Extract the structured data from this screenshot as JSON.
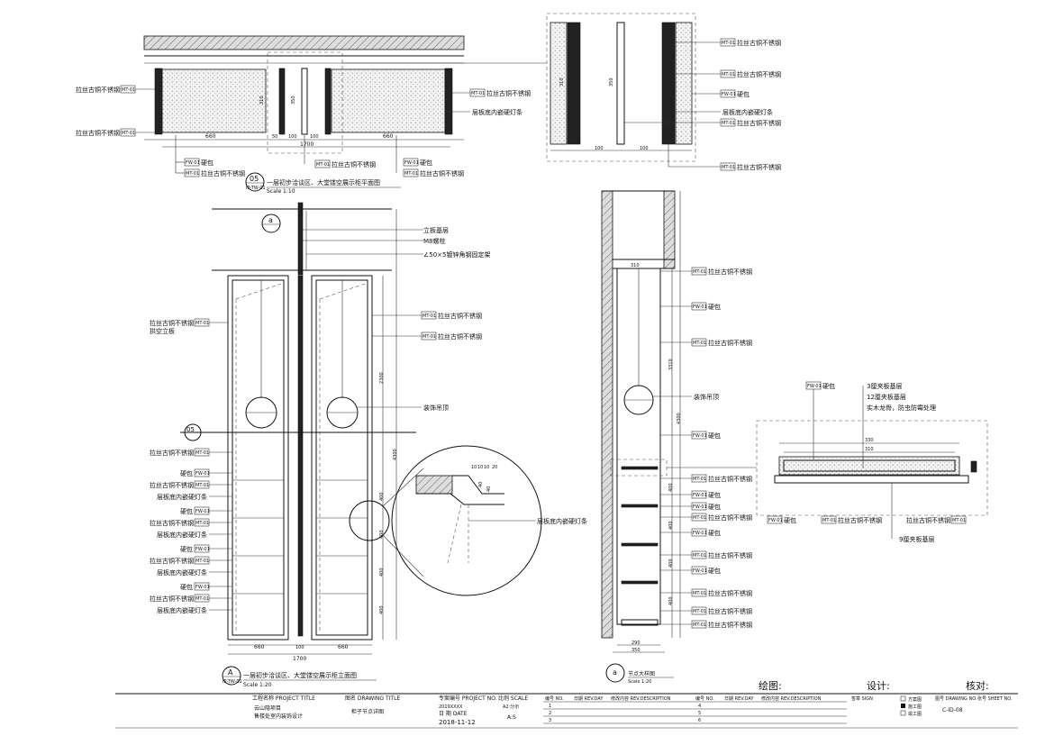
{
  "plan": {
    "title": "一层初步洽谈区、大堂镂空展示柜平面图",
    "number": "05",
    "sheet": "IP-TW-01",
    "scale": "Scale 1:10",
    "leaders": {
      "left_a": "拉丝古铜不锈钢",
      "left_b": "拉丝古铜不锈钢",
      "right_a": "拉丝古铜不锈钢",
      "right_b": "层板底内嵌硬灯条",
      "bottom_a": "硬包",
      "bottom_b": "拉丝古铜不锈钢",
      "center_a": "拉丝古铜不锈钢",
      "right_c": "硬包",
      "right_d": "拉丝古铜不锈钢"
    },
    "codes": {
      "mt": "MT-01",
      "fw": "FW-01"
    },
    "dims": {
      "d660a": "660",
      "d660b": "660",
      "d100a": "100",
      "d100b": "100",
      "d50": "50",
      "d1700": "1700",
      "h310": "310",
      "h350": "350"
    }
  },
  "plan_detail": {
    "leaders": [
      "拉丝古铜不锈钢",
      "拉丝古铜不锈钢",
      "硬包",
      "层板底内嵌硬灯条",
      "拉丝古铜不锈钢",
      "拉丝古铜不锈钢"
    ],
    "dims": {
      "d100": "100",
      "d100b": "100",
      "h350": "350",
      "h310": "310"
    }
  },
  "elevation": {
    "title": "一层初步洽谈区、大堂镂空展示柜立面图",
    "number": "A",
    "sheet": "IP-TW-01",
    "scale": "Scale 1:20",
    "section_mark": "a",
    "section_ref": "05",
    "top_notes": [
      "立板基层",
      "M8螺栓",
      "∠50×5镀锌角钢固定架"
    ],
    "right_notes": [
      "拉丝古铜不锈钢",
      "拉丝古铜不锈钢",
      "装饰吊顶"
    ],
    "left_notes": [
      "拉丝古铜不锈钢",
      "拉丝古铜不锈钢",
      "硬包",
      "拉丝古铜不锈钢",
      "层板底内嵌硬灯条",
      "硬包",
      "拉丝古铜不锈钢",
      "层板底内嵌硬灯条",
      "硬包",
      "拉丝古铜不锈钢",
      "层板底内嵌硬灯条",
      "硬包",
      "拉丝古铜不锈钢",
      "层板底内嵌硬灯条"
    ],
    "left_first_sub": "拱空立板",
    "dims": {
      "h2300": "2300",
      "h4300": "4300",
      "d660a": "660",
      "d660b": "660",
      "d100": "100",
      "d1700": "1700",
      "s400a": "400",
      "s400b": "400",
      "s400c": "400",
      "s400d": "400"
    },
    "detail_note": "层板底内嵌硬灯条",
    "detail_dims": [
      "10",
      "10",
      "10",
      "20",
      "40",
      "40"
    ]
  },
  "section": {
    "title": "节点大样图",
    "number": "a",
    "scale": "Scale 1:20",
    "notes": [
      "拉丝古铜不锈钢",
      "硬包",
      "拉丝古铜不锈钢",
      "装饰吊顶",
      "硬包",
      "拉丝古铜不锈钢",
      "硬包",
      "硬包",
      "拉丝古铜不锈钢",
      "硬包",
      "拉丝古铜不锈钢",
      "硬包",
      "拉丝古铜不锈钢",
      "拉丝古铜不锈钢",
      "拉丝古铜不锈钢"
    ],
    "dims": {
      "top310": "310",
      "h3310": "3310",
      "h4300": "4300",
      "h400a": "400",
      "h400b": "400",
      "h400c": "400",
      "h400d": "400",
      "b290": "290",
      "b350": "350"
    }
  },
  "node": {
    "top_left": "硬包",
    "notes": [
      "3厘夹板基层",
      "12厘夹板基层",
      "实木龙骨，防虫防霉处理"
    ],
    "dims": {
      "d330": "330",
      "d310": "310"
    },
    "bottom_left": "硬包",
    "bottom_mid": "拉丝古铜不锈钢",
    "bottom_right": "拉丝古铜不锈钢",
    "bottom_sub": "9厘夹板基层"
  },
  "signoff": {
    "draw": "绘图:",
    "design": "设计:",
    "check": "核对:"
  },
  "titleblock": {
    "project_label": "工程名称 PROJECT TITLE",
    "project_name1": "云山隐项目",
    "project_name2": "售楼处室内装饰设计",
    "drawing_label": "图名 DRAWING TITLE",
    "drawing_name": "柜子节点详图",
    "projno_label": "专案编号 PROJECT NO.",
    "projno_value": "2019XXXX",
    "scale_label": "比例 SCALE",
    "scale_value": "A2:分示",
    "date_label": "日 期 DATE",
    "date_value": "2018-11-12",
    "sheet_size": "A:S",
    "rev_headers": [
      "编号 NO.",
      "日期 REV.DAY",
      "修改内容 REV.DESCRIPTION",
      "编号 NO.",
      "日期 REV.DAY",
      "修改内容 REV.DESCRIPTION",
      "签章 SIGN"
    ],
    "rev_nos_left": [
      "1",
      "2",
      "3"
    ],
    "rev_nos_right": [
      "4",
      "5",
      "6"
    ],
    "stages": [
      "方案图",
      "施工图",
      "竣工图"
    ],
    "stage_checked": "施工图",
    "drawing_no_label": "图号 DRAWING NO.",
    "sheet_no_label": "张号 SHEET NO.",
    "drawing_no": "C-ID-08"
  }
}
